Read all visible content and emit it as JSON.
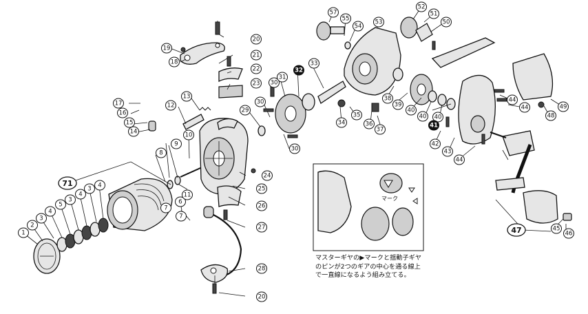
{
  "callouts": [
    {
      "id": "c1",
      "label": "1"
    },
    {
      "id": "c2",
      "label": "2"
    },
    {
      "id": "c3a",
      "label": "3"
    },
    {
      "id": "c3b",
      "label": "3"
    },
    {
      "id": "c3c",
      "label": "3"
    },
    {
      "id": "c4a",
      "label": "4"
    },
    {
      "id": "c4b",
      "label": "4"
    },
    {
      "id": "c4c",
      "label": "4"
    },
    {
      "id": "c5",
      "label": "5"
    },
    {
      "id": "c6",
      "label": "6"
    },
    {
      "id": "c7a",
      "label": "7"
    },
    {
      "id": "c7b",
      "label": "7"
    },
    {
      "id": "c8",
      "label": "8"
    },
    {
      "id": "c9",
      "label": "9"
    },
    {
      "id": "c10",
      "label": "10"
    },
    {
      "id": "c11",
      "label": "11"
    },
    {
      "id": "c12",
      "label": "12"
    },
    {
      "id": "c13",
      "label": "13"
    },
    {
      "id": "c14",
      "label": "14"
    },
    {
      "id": "c15",
      "label": "15"
    },
    {
      "id": "c16",
      "label": "16"
    },
    {
      "id": "c17",
      "label": "17"
    },
    {
      "id": "c18",
      "label": "18"
    },
    {
      "id": "c19",
      "label": "19"
    },
    {
      "id": "c20a",
      "label": "20"
    },
    {
      "id": "c20b",
      "label": "20"
    },
    {
      "id": "c21",
      "label": "21"
    },
    {
      "id": "c22",
      "label": "22"
    },
    {
      "id": "c23",
      "label": "23"
    },
    {
      "id": "c24",
      "label": "24"
    },
    {
      "id": "c25",
      "label": "25"
    },
    {
      "id": "c26",
      "label": "26"
    },
    {
      "id": "c27",
      "label": "27"
    },
    {
      "id": "c28",
      "label": "28"
    },
    {
      "id": "c29",
      "label": "29"
    },
    {
      "id": "c30a",
      "label": "30"
    },
    {
      "id": "c30b",
      "label": "30"
    },
    {
      "id": "c30c",
      "label": "30"
    },
    {
      "id": "c31",
      "label": "31"
    },
    {
      "id": "c32",
      "label": "32"
    },
    {
      "id": "c33",
      "label": "33"
    },
    {
      "id": "c34",
      "label": "34"
    },
    {
      "id": "c35",
      "label": "35"
    },
    {
      "id": "c36",
      "label": "36"
    },
    {
      "id": "c37",
      "label": "37"
    },
    {
      "id": "c38",
      "label": "38"
    },
    {
      "id": "c39",
      "label": "39"
    },
    {
      "id": "c40a",
      "label": "40"
    },
    {
      "id": "c40b",
      "label": "40"
    },
    {
      "id": "c40c",
      "label": "40"
    },
    {
      "id": "c41",
      "label": "41"
    },
    {
      "id": "c42",
      "label": "42"
    },
    {
      "id": "c43",
      "label": "43"
    },
    {
      "id": "c44a",
      "label": "44"
    },
    {
      "id": "c44b",
      "label": "44"
    },
    {
      "id": "c44c",
      "label": "44"
    },
    {
      "id": "c45",
      "label": "45"
    },
    {
      "id": "c46",
      "label": "46"
    },
    {
      "id": "c47",
      "label": "47"
    },
    {
      "id": "c48",
      "label": "48"
    },
    {
      "id": "c49",
      "label": "49"
    },
    {
      "id": "c50",
      "label": "50"
    },
    {
      "id": "c51",
      "label": "51"
    },
    {
      "id": "c52",
      "label": "52"
    },
    {
      "id": "c53",
      "label": "53"
    },
    {
      "id": "c54",
      "label": "54"
    },
    {
      "id": "c55",
      "label": "55"
    },
    {
      "id": "c57",
      "label": "57"
    },
    {
      "id": "c71",
      "label": "71"
    }
  ],
  "inset": {
    "mark_label": "マーク",
    "note_lines": [
      "マスターギヤの▶マークと揺動子ギヤ",
      "のピンが2つのギアの中心を通る線上",
      "で一直線になるよう組み立てる。"
    ]
  },
  "colors": {
    "line": "#111111",
    "fill": "#e6e6e6",
    "shade": "#cfcfcf",
    "highlight_callout": "#111111"
  }
}
